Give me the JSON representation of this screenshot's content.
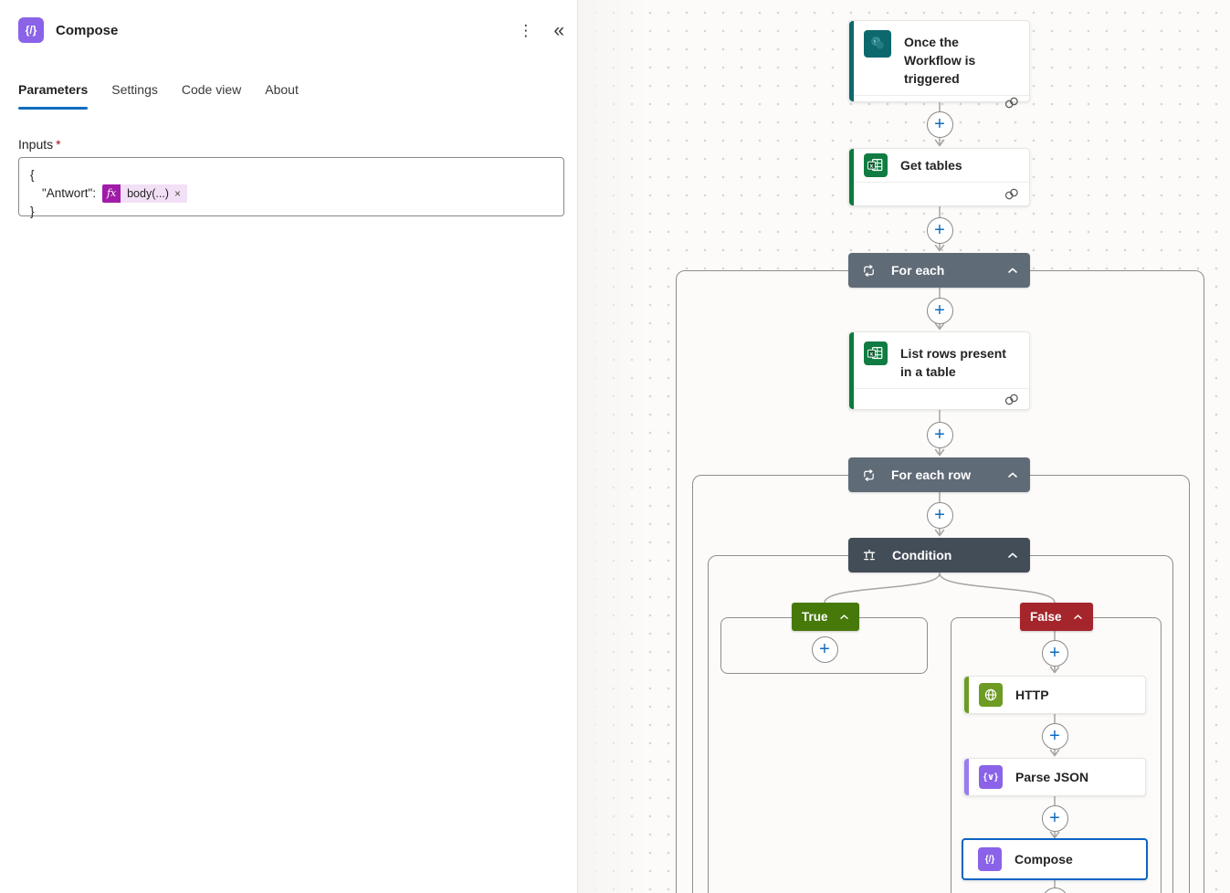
{
  "icons": {
    "plus": "+",
    "kebab": "⋮",
    "collapse": "«",
    "close": "×",
    "fx": "fx",
    "required_marker": "*",
    "compose_glyph": "{/}",
    "parse_glyph": "{∨}"
  },
  "panel": {
    "title": "Compose",
    "tabs": [
      {
        "label": "Parameters",
        "active": true
      },
      {
        "label": "Settings",
        "active": false
      },
      {
        "label": "Code view",
        "active": false
      },
      {
        "label": "About",
        "active": false
      }
    ],
    "inputs_label": "Inputs",
    "input_value": {
      "open_brace": "{",
      "key": "\"Antwort\":",
      "close_brace": "}",
      "token_label": "body(...)"
    }
  },
  "canvas": {
    "trigger_title": "Once the Workflow is triggered",
    "get_tables_title": "Get tables",
    "for_each_title": "For each",
    "list_rows_title": "List rows present in a table",
    "for_each_row_title": "For each row",
    "condition_title": "Condition",
    "true_label": "True",
    "false_label": "False",
    "http_title": "HTTP",
    "parse_json_title": "Parse JSON",
    "compose_title": "Compose"
  },
  "colors": {
    "accent_blue": "#0f6cbd",
    "sharepoint_teal": "#0d686d",
    "excel_green": "#107c41",
    "http_olive": "#6d9b23",
    "purple": "#8a63e8",
    "scope_slate": "#5f6b76",
    "scope_dark": "#434d58",
    "true_green": "#47790a",
    "false_red": "#a4262c",
    "token_magenta": "#a11ca8",
    "token_pill_bg": "#f2e0f6"
  }
}
